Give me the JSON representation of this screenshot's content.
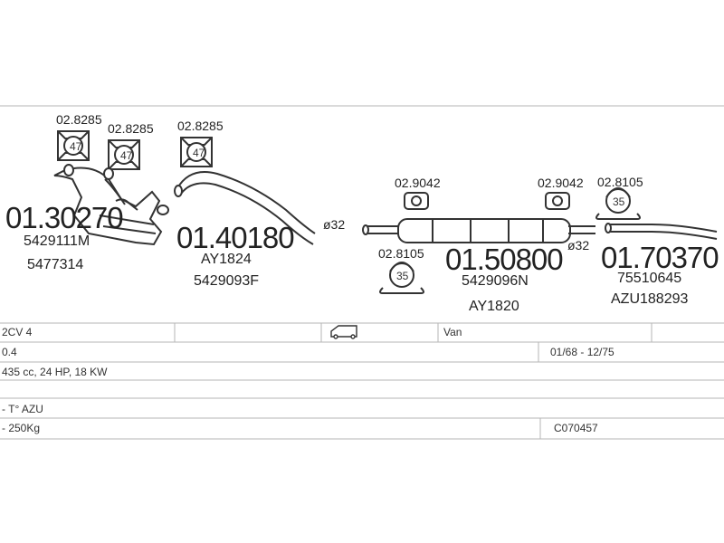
{
  "parts": {
    "p1_code": "01.30270",
    "p1_ref1": "5429111M",
    "p1_ref2": "5477314",
    "p2_code": "01.40180",
    "p2_ref1": "AY1824",
    "p2_ref2": "5429093F",
    "p3_code": "01.50800",
    "p3_ref1": "5429096N",
    "p3_ref2": "AY1820",
    "p4_code": "01.70370",
    "p4_ref1": "75510645",
    "p4_ref2": "AZU188293",
    "c1": "02.8285",
    "c2": "02.8285",
    "c3": "02.8285",
    "r1": "02.9042",
    "r2": "02.9042",
    "c4": "02.8105",
    "c5": "02.8105",
    "clamp47a": "47",
    "clamp47b": "47",
    "clamp47c": "47",
    "clamp35a": "35",
    "clamp35b": "35",
    "dia1": "ø32",
    "dia2": "ø32"
  },
  "table": {
    "model": "2CV 4",
    "body_type": "Van",
    "body_icon": "van-icon",
    "version": "0.4",
    "years": "01/68 - 12/75",
    "engine": "435 cc, 24 HP, 18 KW",
    "note": "- T° AZU",
    "load": "- 250Kg",
    "code": "C070457"
  }
}
